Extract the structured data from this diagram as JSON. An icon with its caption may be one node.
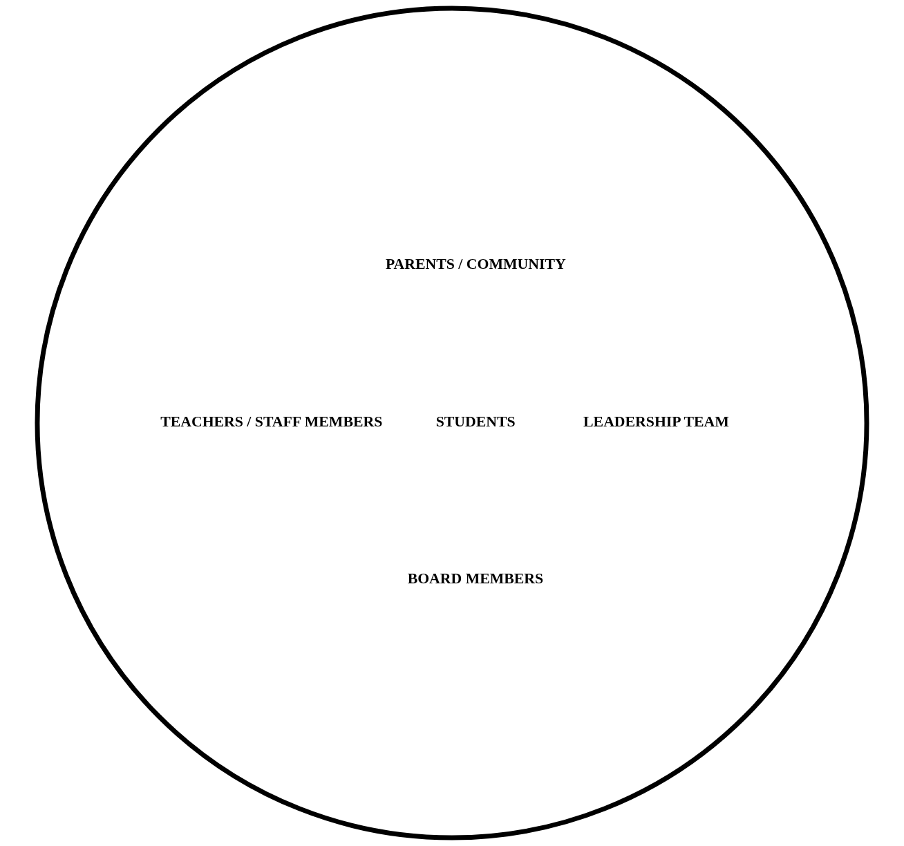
{
  "diagram": {
    "nodes": [
      {
        "text": [
          "PARENTS / COMMUNITY",
          "TEACHERS / STAFF MEMBERS",
          "STUDENTS",
          "LEADERSHIP TEAM",
          "BOARD MEMBERS"
        ]
      }
    ],
    "edges": []
  }
}
